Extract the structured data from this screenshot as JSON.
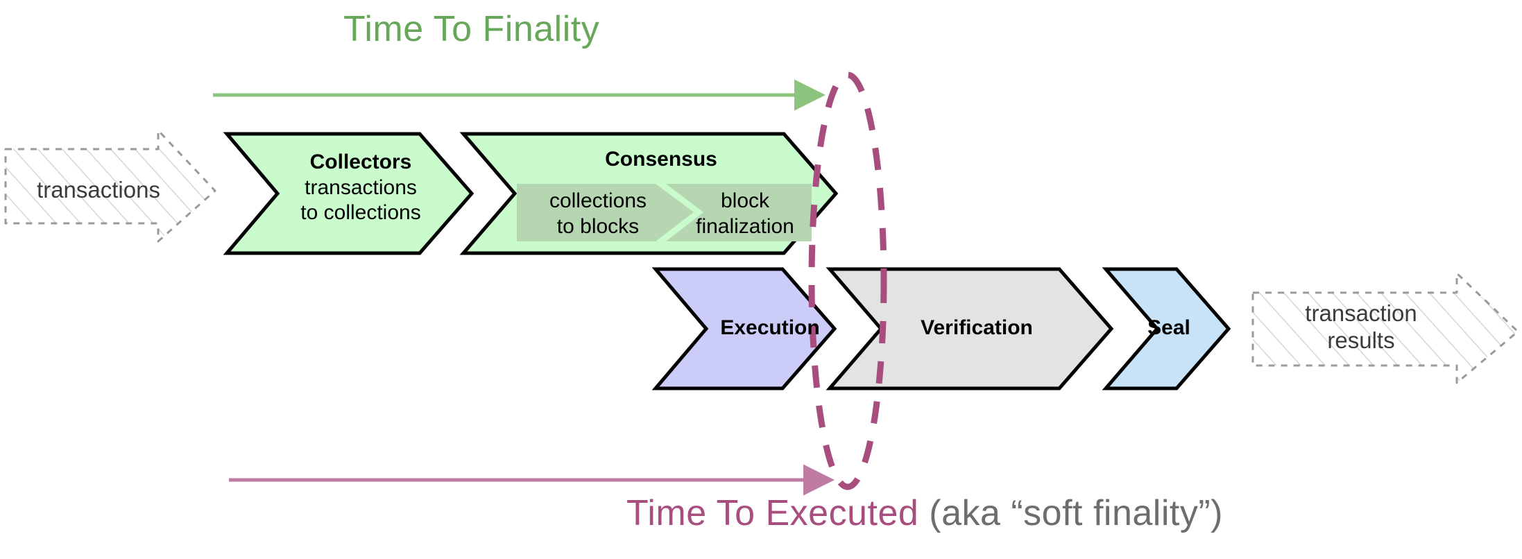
{
  "diagram": {
    "title_top": "Time To Finality",
    "title_bottom_main": "Time To Executed",
    "title_bottom_sub": " (aka “soft finality”)",
    "colors": {
      "green_accent": "#67a75a",
      "mauve_accent": "#a84e7f",
      "mauve_arrow": "#c07ba3",
      "gray_text": "#6d6d6d",
      "stage_green_fill": "#c9fbcd",
      "stage_green_inner_fill": "#b6d6b1",
      "stage_purple_fill": "#ccccf9",
      "stage_gray_fill": "#e3e3e3",
      "stage_blue_fill": "#c8e3f8",
      "stage_stroke": "#000000",
      "ghost_stroke": "#9a9a9a"
    }
  },
  "inputs": [
    {
      "id": "transactions-in",
      "label": "transactions",
      "lines": [
        "transactions"
      ]
    }
  ],
  "outputs": [
    {
      "id": "transaction-results-out",
      "label": "transaction results",
      "lines": [
        "transaction",
        "results"
      ]
    }
  ],
  "pipeline_top": [
    {
      "id": "collectors",
      "title": "Collectors",
      "sub_lines": [
        "transactions",
        "to collections"
      ],
      "fill": "#c9fbcd"
    },
    {
      "id": "consensus",
      "title": "Consensus",
      "sub_lines": [],
      "fill": "#c9fbcd",
      "inner_stages": [
        {
          "id": "collections-to-blocks",
          "lines": [
            "collections",
            "to blocks"
          ]
        },
        {
          "id": "block-finalization",
          "lines": [
            "block",
            "finalization"
          ]
        }
      ]
    }
  ],
  "pipeline_bottom": [
    {
      "id": "execution",
      "title": "Execution",
      "fill": "#ccccf9"
    },
    {
      "id": "verification",
      "title": "Verification",
      "fill": "#e3e3e3"
    },
    {
      "id": "seal",
      "title": "Seal",
      "fill": "#c8e3f8"
    }
  ],
  "annotations": {
    "time_to_finality_arrow": {
      "id": "time-to-finality-arrow",
      "color": "#8cc47e"
    },
    "time_to_executed_arrow": {
      "id": "time-to-executed-arrow",
      "color": "#c07ba3"
    },
    "finality_marker_ellipse": {
      "id": "finality-marker-ellipse",
      "color": "#a84e7f",
      "style": "dashed"
    }
  }
}
